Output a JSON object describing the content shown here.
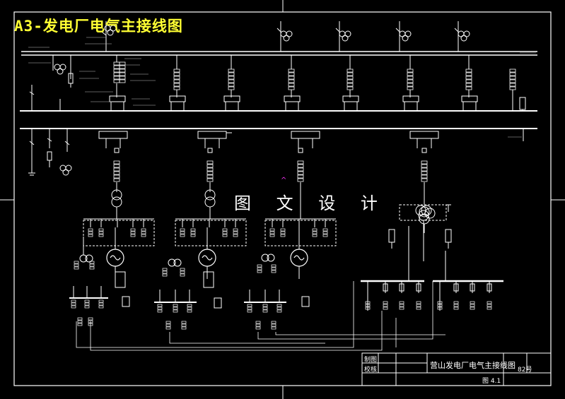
{
  "banner": "A3-发电厂电气主接线图",
  "watermark": "图 文 设 计",
  "title_block": {
    "row1_label": "制图",
    "row2_label": "校核",
    "drawing_title": "营山发电厂电气主接线图",
    "drawing_number": "82号",
    "page": "图 4.1"
  },
  "colors": {
    "background": "#000000",
    "lines": "#ffffff",
    "banner": "#ffff33",
    "marker": "#ff33ff"
  }
}
